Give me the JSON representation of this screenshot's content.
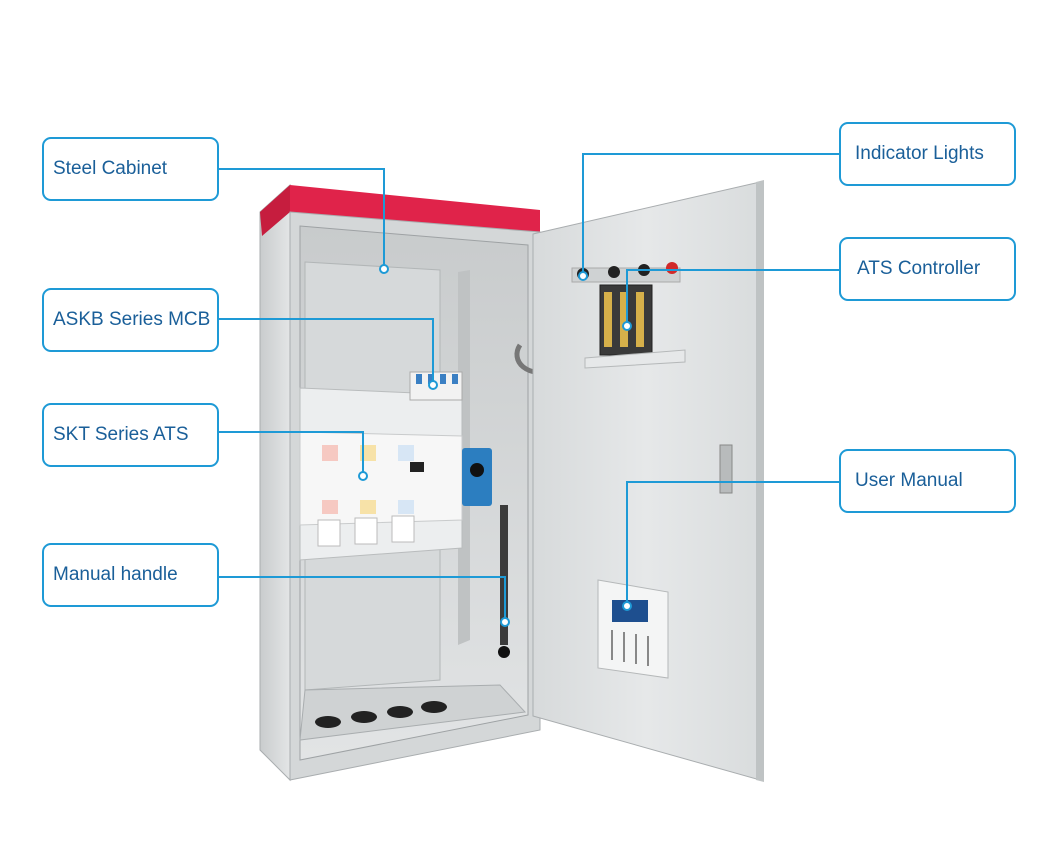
{
  "labels": {
    "steel_cabinet": "Steel Cabinet",
    "askb_mcb": "ASKB Series MCB",
    "skt_ats": "SKT Series ATS",
    "manual_handle": "Manual handle",
    "indicator_lights": "Indicator Lights",
    "ats_controller": "ATS Controller",
    "user_manual": "User Manual"
  },
  "colors": {
    "callout_border": "#1e9ad6",
    "callout_text": "#1a5f99",
    "cabinet_top": "#e0234a",
    "cabinet_body": "#dcdedf"
  }
}
